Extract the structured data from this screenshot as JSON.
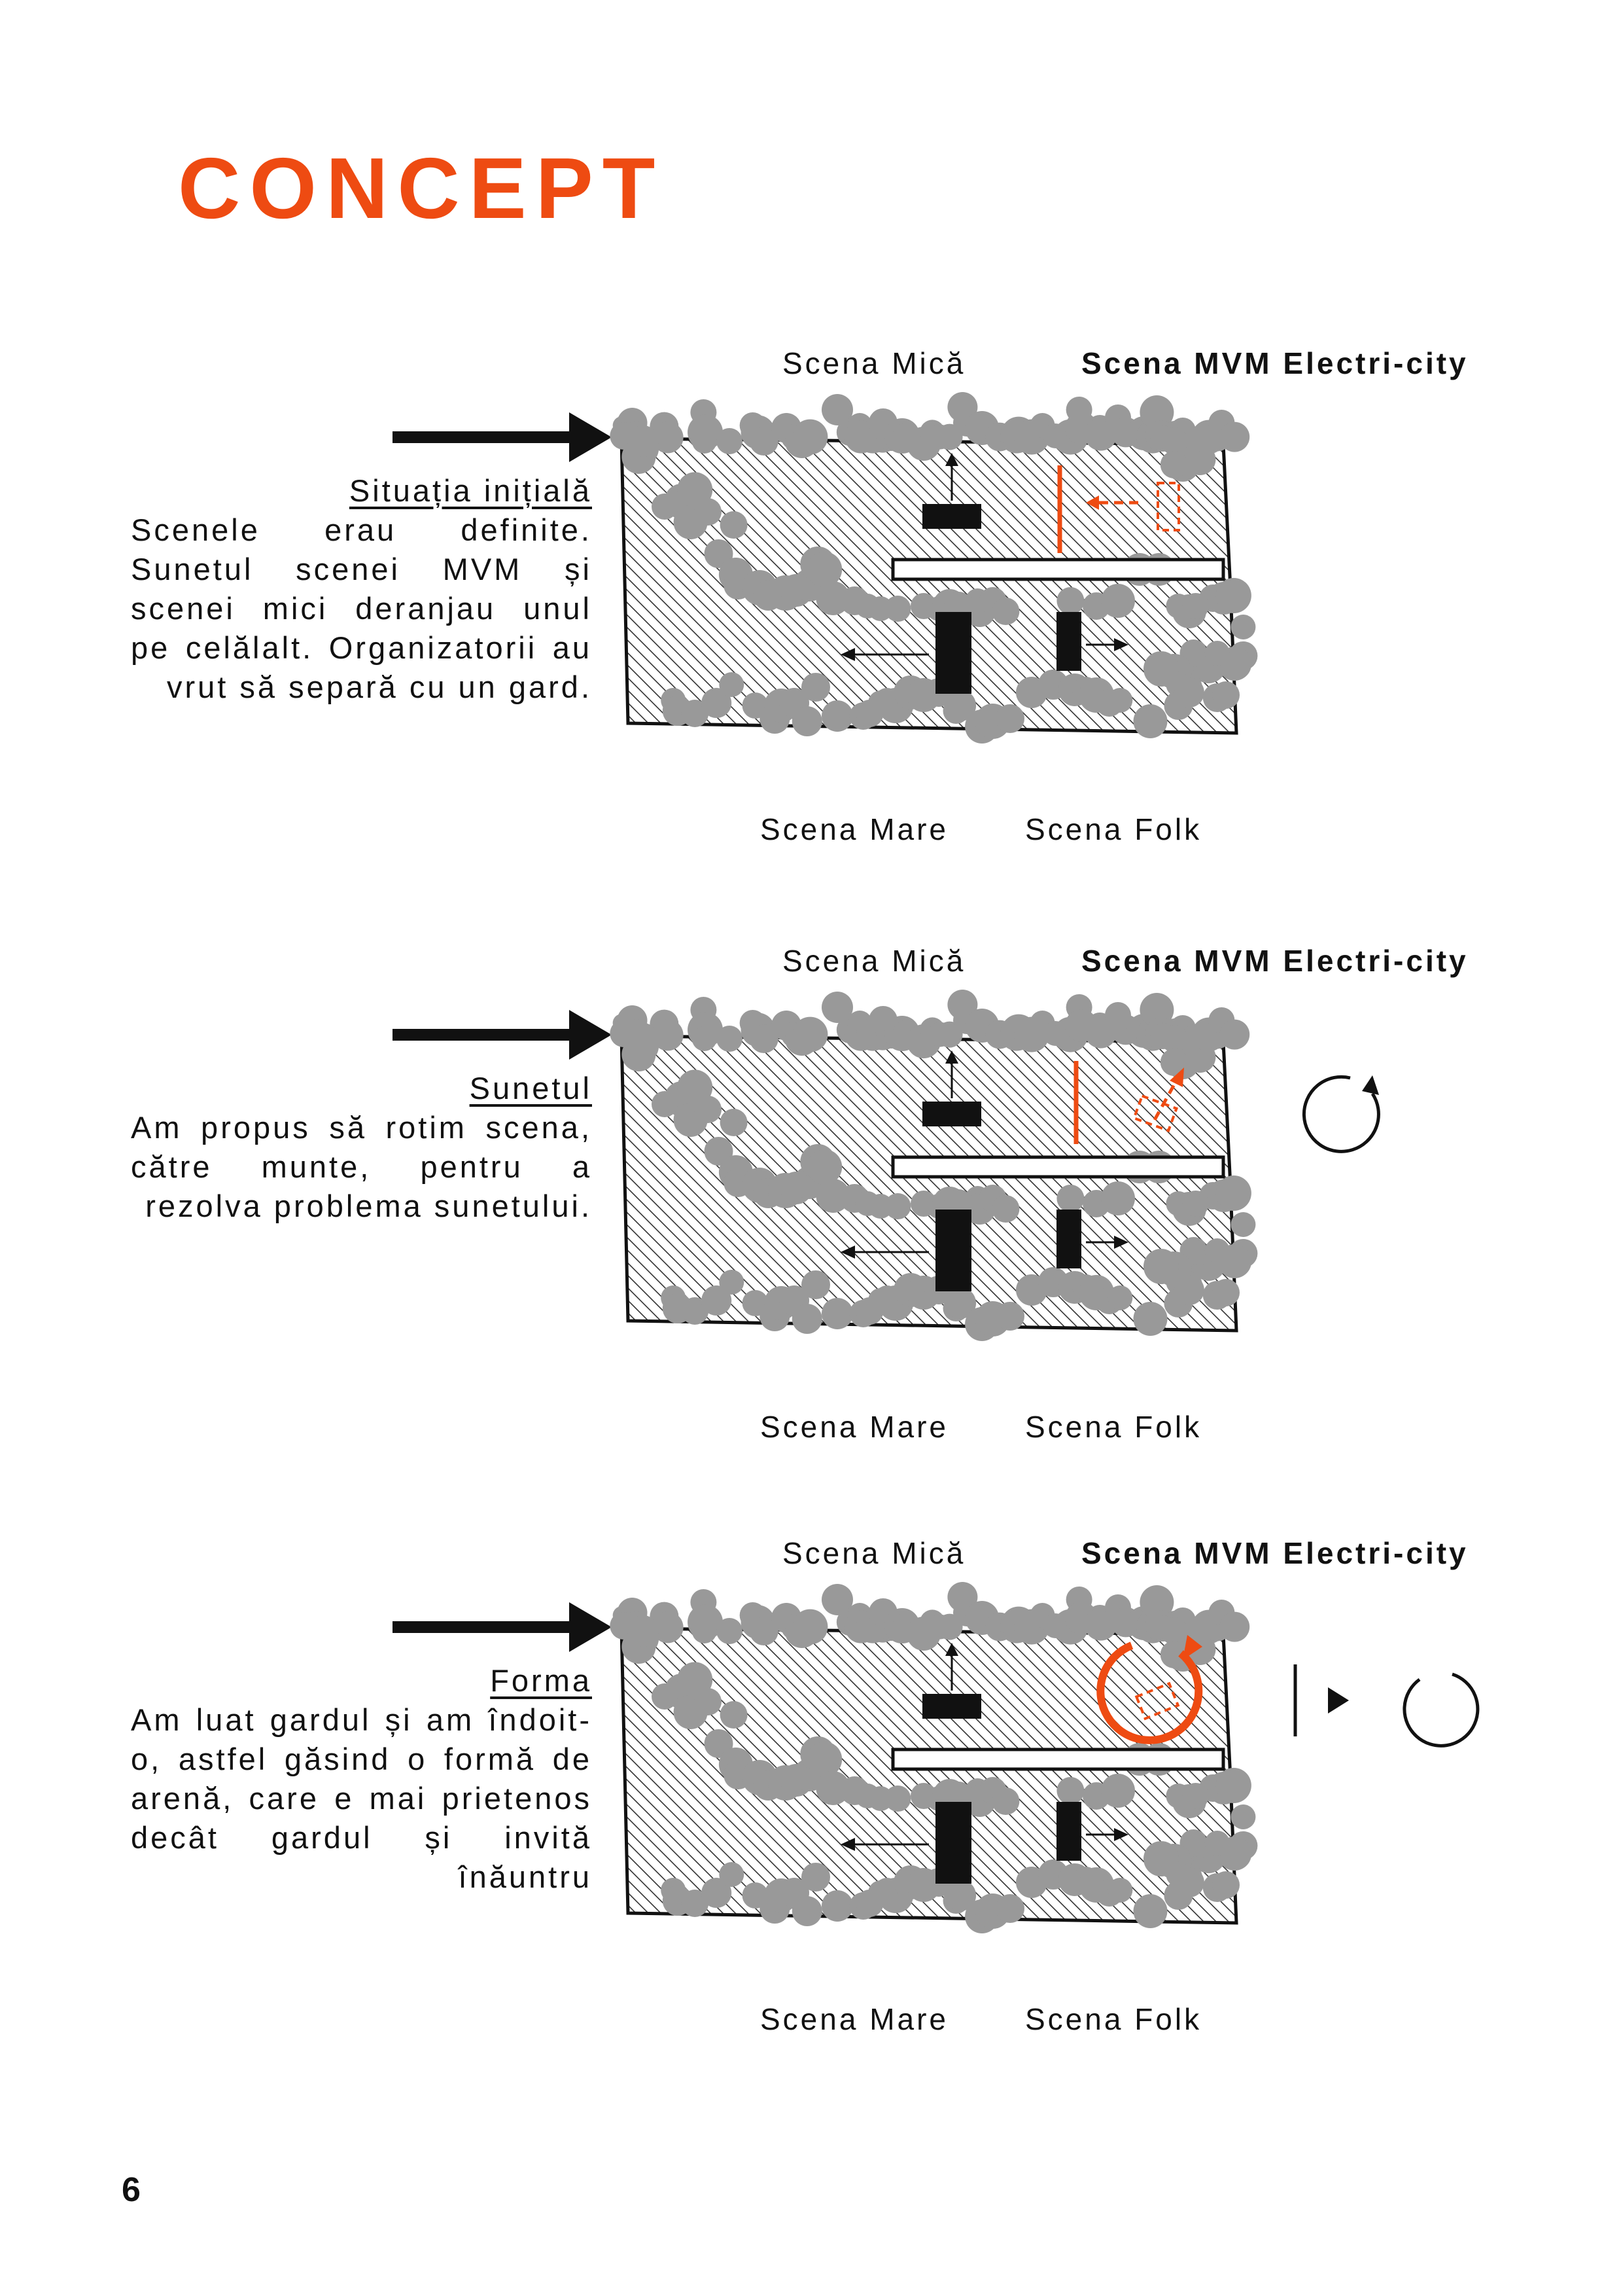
{
  "title": "CONCEPT",
  "page_number": "6",
  "stage_labels": {
    "mica": "Scena Mică",
    "mvm": "Scena MVM Electri-city",
    "mare": "Scena Mare",
    "folk": "Scena Folk"
  },
  "sections": [
    {
      "heading": "Situația inițială",
      "body": "Scenele erau definite. Sunetul scenei MVM și scenei mici deranjau unul pe celălalt. Organizatorii au vrut să separă cu un gard."
    },
    {
      "heading": "Sunetul",
      "body": "Am propus să rotim scena, către munte, pentru a rezolva problema sunetului."
    },
    {
      "heading": "Forma",
      "body": "Am luat gardul și am îndoit-o, astfel găsind o formă de arenă, care e mai prietenos decât gardul și invită înăuntru"
    }
  ],
  "colors": {
    "accent": "#ee4b12",
    "crowd": "#999999",
    "ink": "#111111"
  }
}
